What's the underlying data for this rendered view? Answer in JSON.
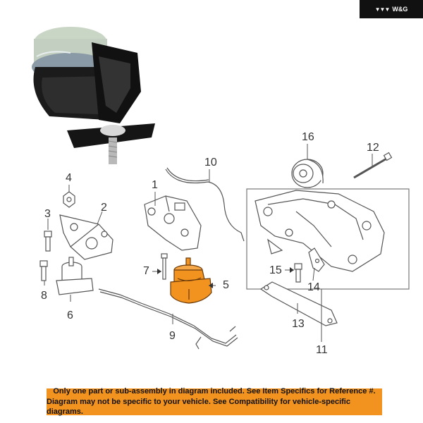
{
  "brand": {
    "text": "W&G",
    "logo_icon": "wings-logo-icon"
  },
  "callouts": [
    {
      "id": "c1",
      "label": "1"
    },
    {
      "id": "c2",
      "label": "2"
    },
    {
      "id": "c3",
      "label": "3"
    },
    {
      "id": "c4",
      "label": "4"
    },
    {
      "id": "c5",
      "label": "5"
    },
    {
      "id": "c6",
      "label": "6"
    },
    {
      "id": "c7",
      "label": "7"
    },
    {
      "id": "c8",
      "label": "8"
    },
    {
      "id": "c9",
      "label": "9"
    },
    {
      "id": "c10",
      "label": "10"
    },
    {
      "id": "c11",
      "label": "11"
    },
    {
      "id": "c12",
      "label": "12"
    },
    {
      "id": "c13",
      "label": "13"
    },
    {
      "id": "c14",
      "label": "14"
    },
    {
      "id": "c15",
      "label": "15"
    },
    {
      "id": "c16",
      "label": "16"
    }
  ],
  "notice": {
    "line1": "Only one part or sub-assembly in diagram included. See Item Specifics for Reference #.",
    "line2": "Diagram may not be specific to your vehicle. See Compatibility for vehicle-specific diagrams."
  },
  "colors": {
    "highlight": "#f2921f",
    "line": "#555555",
    "banner": "#f2921f",
    "brand_bg": "#111111"
  }
}
